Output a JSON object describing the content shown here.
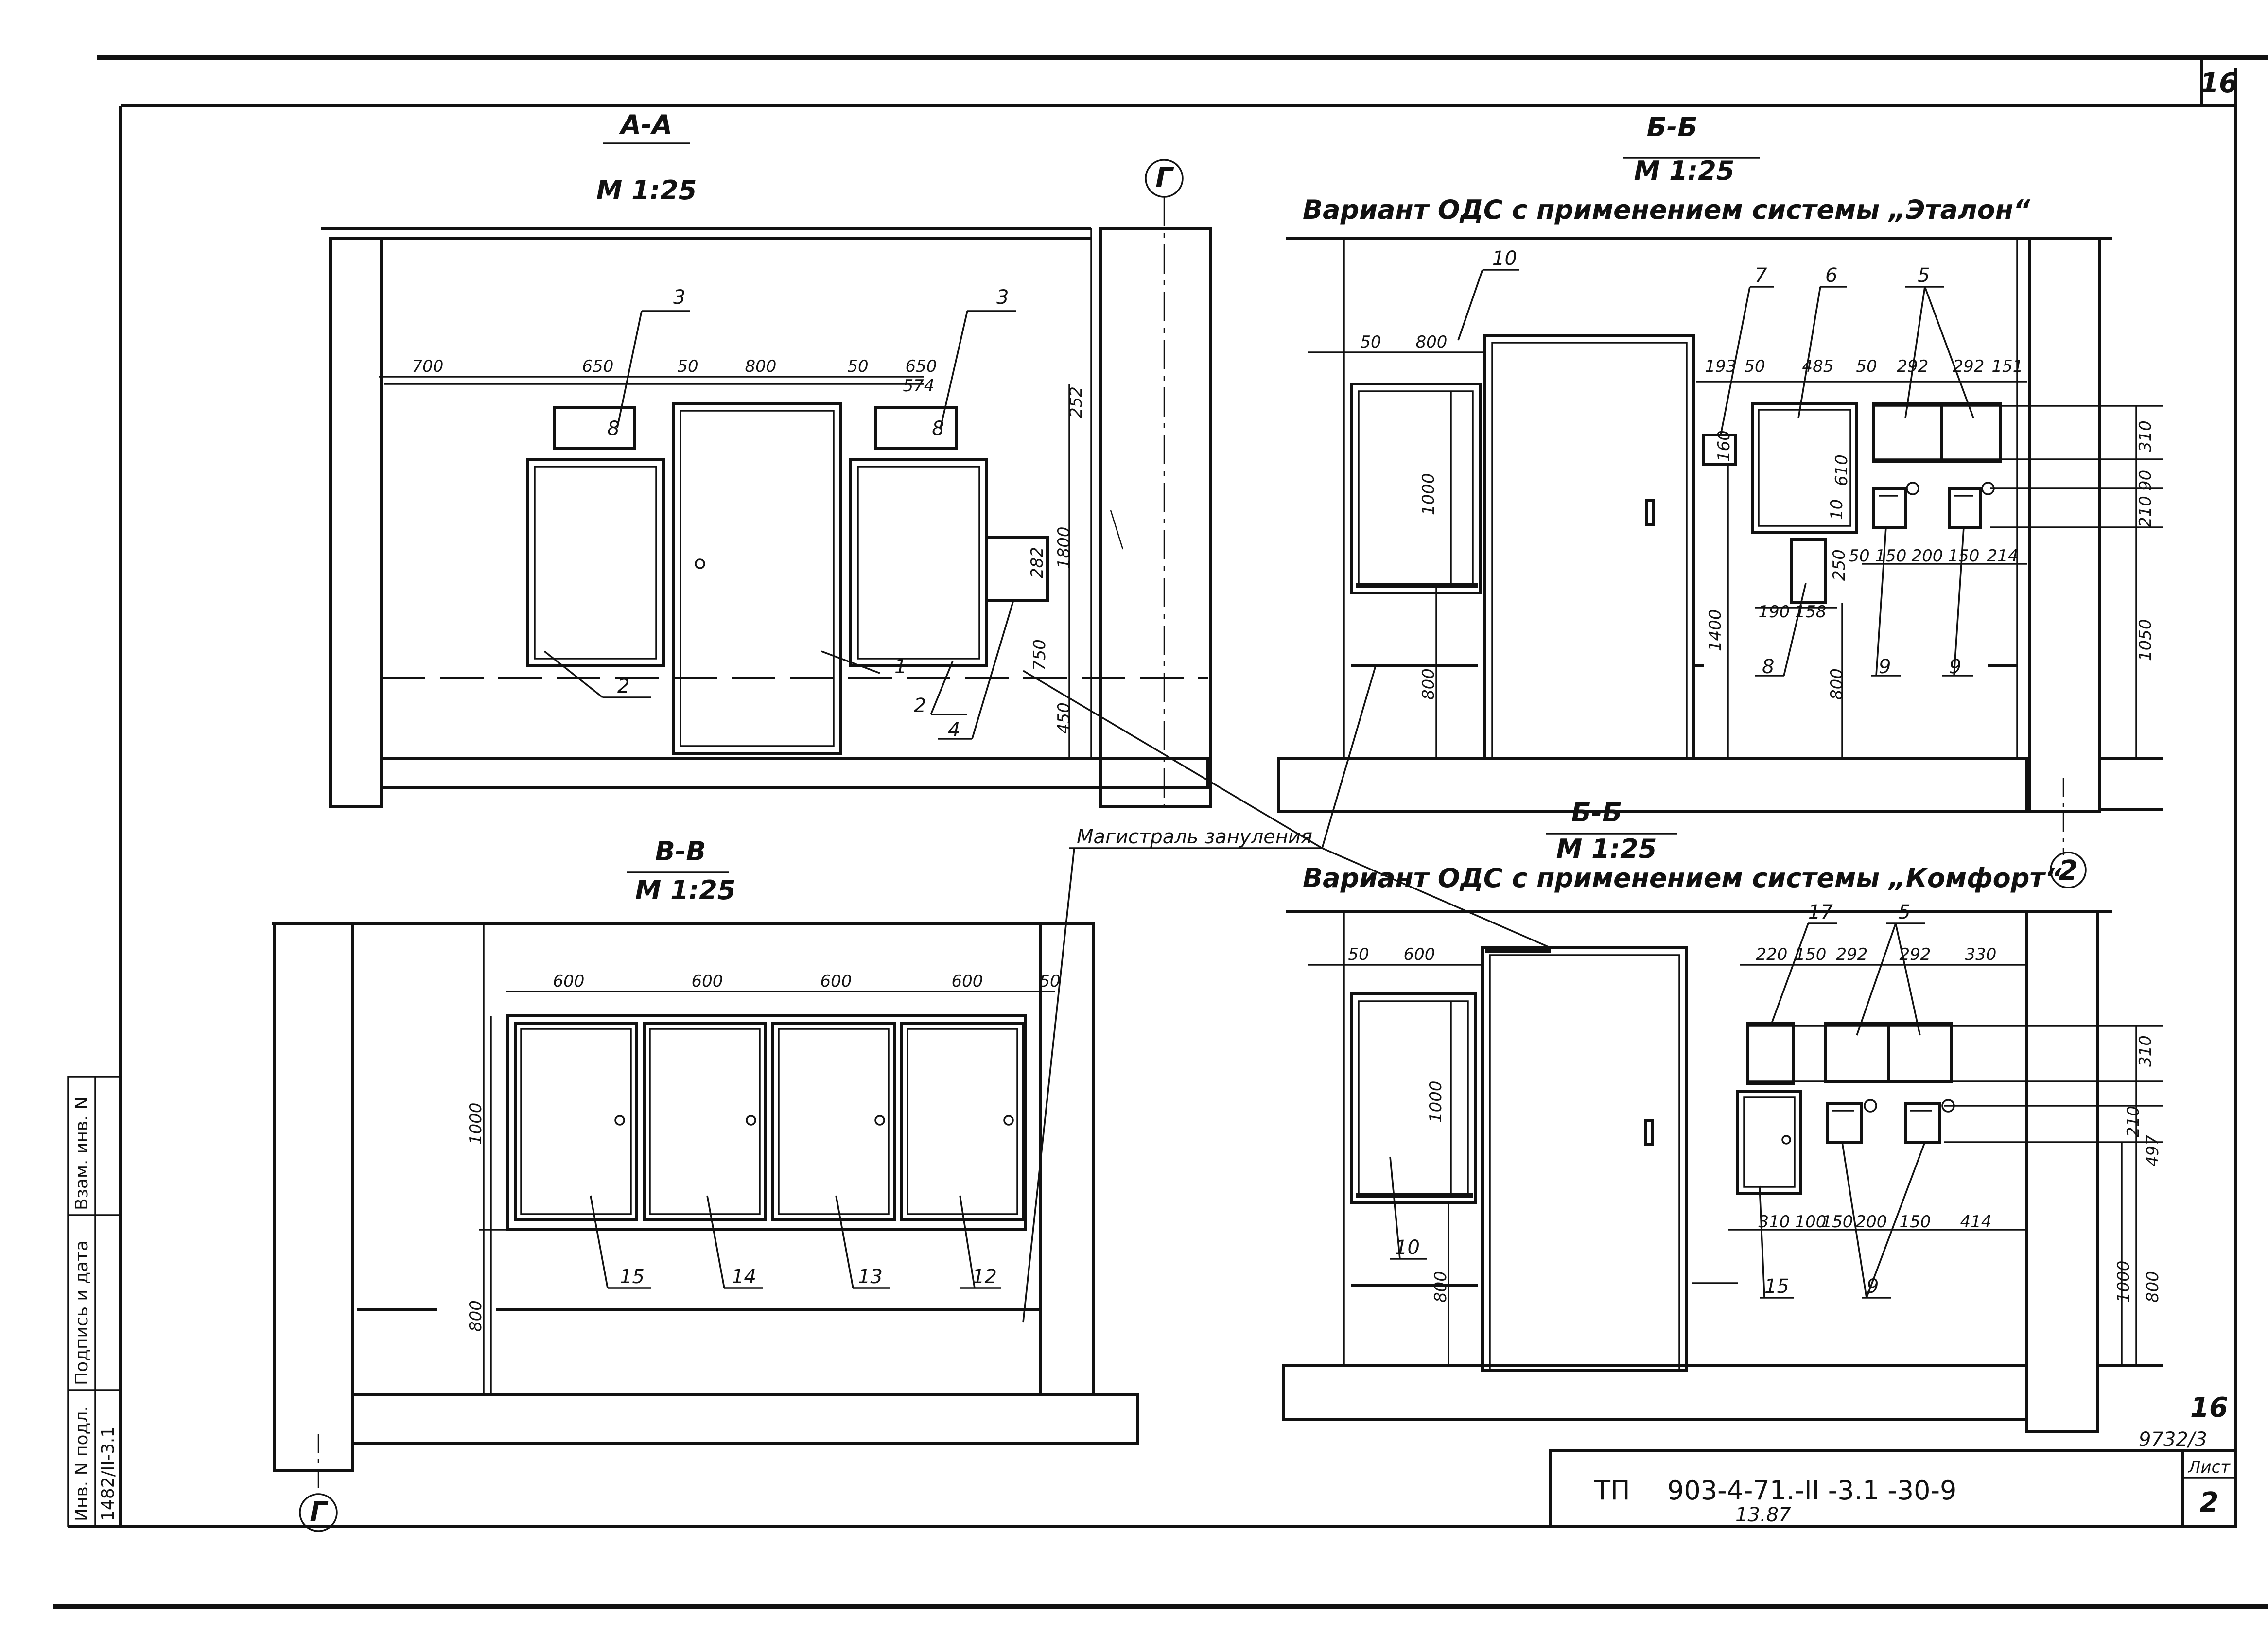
{
  "sheet": {
    "sheet_number": "16",
    "stamp_number": "16",
    "stamp_code": "9732/3",
    "doc_prefix": "ТП",
    "doc_code": "903-4-71.-II -3.1 -30-9",
    "doc_date": "13.87",
    "list_label": "Лист",
    "list_value": "2"
  },
  "side_block": {
    "inv_label": "Инв. N подл.",
    "inv_value": "1482/II-3.1",
    "sign_label": "Подпись и дата",
    "replace_label": "Взам. инв. N"
  },
  "axes": {
    "g": "Г",
    "two": "2"
  },
  "main_line_label": "Магистраль зануления",
  "section_aa": {
    "title": "А-А",
    "scale": "М 1:25",
    "dims": [
      "700",
      "650",
      "50",
      "800",
      "50",
      "650",
      "574",
      "252",
      "1800",
      "750",
      "450",
      "282"
    ],
    "labels": [
      "3",
      "3",
      "8",
      "8",
      "2",
      "2",
      "1",
      "4"
    ]
  },
  "section_bb1": {
    "title": "Б-Б",
    "scale": "М 1:25",
    "subtitle": "Вариант ОДС с применением системы „Эталон“",
    "dims": [
      "50",
      "800",
      "193",
      "50",
      "485",
      "50",
      "292",
      "292",
      "151",
      "310",
      "90",
      "210",
      "1050",
      "1000",
      "610",
      "10",
      "250",
      "50",
      "150",
      "200",
      "150",
      "214",
      "190",
      "158",
      "1400",
      "800",
      "800",
      "160"
    ],
    "labels": [
      "10",
      "7",
      "6",
      "5",
      "8",
      "9",
      "9"
    ]
  },
  "section_bb2": {
    "title": "Б-Б",
    "scale": "М 1:25",
    "subtitle": "Вариант ОДС с применением системы „Комфорт“",
    "dims": [
      "50",
      "600",
      "220",
      "150",
      "292",
      "292",
      "330",
      "310",
      "210",
      "497",
      "1000",
      "310",
      "100",
      "150",
      "200",
      "150",
      "414",
      "1000",
      "800",
      "800"
    ],
    "labels": [
      "17",
      "5",
      "10",
      "15",
      "9"
    ]
  },
  "section_vv": {
    "title": "В-В",
    "scale": "М 1:25",
    "dims": [
      "600",
      "600",
      "600",
      "600",
      "50",
      "1000",
      "800"
    ],
    "labels": [
      "15",
      "14",
      "13",
      "12"
    ]
  }
}
